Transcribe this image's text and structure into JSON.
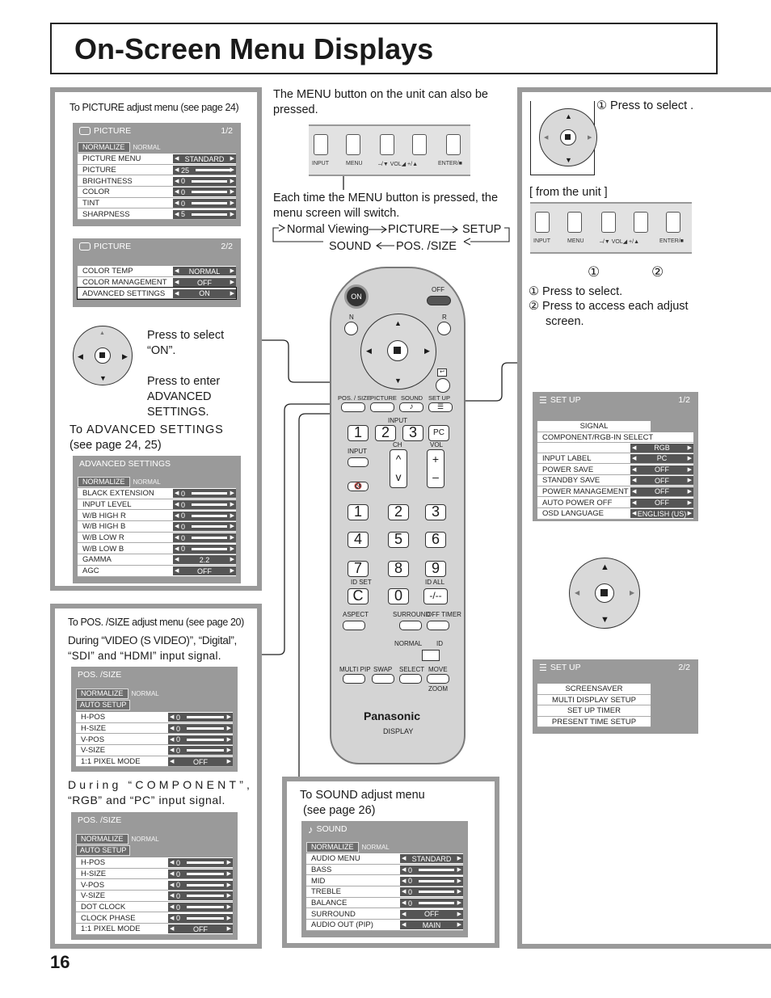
{
  "page": {
    "title": "On-Screen Menu Displays",
    "page_number": "16"
  },
  "picture_section": {
    "heading": "To PICTURE adjust menu (see page 24)",
    "menu1": {
      "title": "PICTURE",
      "page": "1/2",
      "normalize": "NORMALIZE",
      "normal": "NORMAL",
      "rows": [
        {
          "label": "PICTURE MENU",
          "value": "STANDARD"
        },
        {
          "label": "PICTURE",
          "value": "25"
        },
        {
          "label": "BRIGHTNESS",
          "value": "0"
        },
        {
          "label": "COLOR",
          "value": "0"
        },
        {
          "label": "TINT",
          "value": "0"
        },
        {
          "label": "SHARPNESS",
          "value": "5"
        }
      ]
    },
    "menu2": {
      "title": "PICTURE",
      "page": "2/2",
      "rows": [
        {
          "label": "COLOR TEMP",
          "value": "NORMAL"
        },
        {
          "label": "COLOR MANAGEMENT",
          "value": "OFF"
        },
        {
          "label": "ADVANCED SETTINGS",
          "value": "ON"
        }
      ]
    },
    "press_select_on": "Press to select “ON”.",
    "press_enter": "Press to enter ADVANCED SETTINGS.",
    "to_advanced_1": "To ADVANCED SETTINGS",
    "to_advanced_2": "(see page 24, 25)",
    "advanced_menu": {
      "title": "ADVANCED SETTINGS",
      "normalize": "NORMALIZE",
      "normal": "NORMAL",
      "rows": [
        {
          "label": "BLACK EXTENSION",
          "value": "0"
        },
        {
          "label": "INPUT LEVEL",
          "value": "0"
        },
        {
          "label": "W/B HIGH R",
          "value": "0"
        },
        {
          "label": "W/B HIGH B",
          "value": "0"
        },
        {
          "label": "W/B LOW R",
          "value": "0"
        },
        {
          "label": "W/B LOW B",
          "value": "0"
        },
        {
          "label": "GAMMA",
          "value": "2.2"
        },
        {
          "label": "AGC",
          "value": "OFF"
        }
      ]
    }
  },
  "possize_section": {
    "heading": "To POS. /SIZE adjust menu (see page 20)",
    "video_note_1": "During “VIDEO (S VIDEO)”, “Digital”,",
    "video_note_2": "“SDI” and “HDMI” input signal.",
    "menu1": {
      "title": "POS. /SIZE",
      "normalize": "NORMALIZE",
      "normal": "NORMAL",
      "auto_setup": "AUTO SETUP",
      "rows": [
        {
          "label": "H-POS",
          "value": "0"
        },
        {
          "label": "H-SIZE",
          "value": "0"
        },
        {
          "label": "V-POS",
          "value": "0"
        },
        {
          "label": "V-SIZE",
          "value": "0"
        },
        {
          "label": "1:1 PIXEL MODE",
          "value": "OFF"
        }
      ]
    },
    "comp_note_1": "During “COMPONENT”,",
    "comp_note_2": "“RGB” and “PC” input signal.",
    "menu2": {
      "title": "POS. /SIZE",
      "normalize": "NORMALIZE",
      "normal": "NORMAL",
      "auto_setup": "AUTO SETUP",
      "rows": [
        {
          "label": "H-POS",
          "value": "0"
        },
        {
          "label": "H-SIZE",
          "value": "0"
        },
        {
          "label": "V-POS",
          "value": "0"
        },
        {
          "label": "V-SIZE",
          "value": "0"
        },
        {
          "label": "DOT CLOCK",
          "value": "0"
        },
        {
          "label": "CLOCK PHASE",
          "value": "0"
        },
        {
          "label": "1:1 PIXEL MODE",
          "value": "OFF"
        }
      ]
    }
  },
  "center_section": {
    "menu_note": "The MENU button on the unit can also be pressed.",
    "switch_note": "Each time the MENU button is pressed, the menu screen will switch.",
    "cycle": {
      "normal_viewing": "Normal Viewing",
      "picture": "PICTURE",
      "setup": "SETUP",
      "sound": "SOUND",
      "possize": "POS. /SIZE"
    },
    "unit_labels": [
      "INPUT",
      "MENU",
      "–/▼ VOL◢ +/▲",
      "ENTER/■"
    ]
  },
  "remote": {
    "on": "ON",
    "off": "OFF",
    "n": "N",
    "r": "R",
    "possize": "POS. / SIZE",
    "picture": "PICTURE",
    "sound": "SOUND",
    "setup": "SET UP",
    "input_label": "INPUT",
    "input": "INPUT",
    "ch": "CH",
    "vol": "VOL",
    "pc": "PC",
    "numbers": [
      "1",
      "2",
      "3",
      "4",
      "5",
      "6",
      "7",
      "8",
      "9"
    ],
    "c": "C",
    "zero": "0",
    "dash": "-/--",
    "id_set": "ID SET",
    "id_all": "ID ALL",
    "aspect": "ASPECT",
    "surround": "SURROUND",
    "off_timer": "OFF TIMER",
    "normal": "NORMAL",
    "id": "ID",
    "multi_pip": "MULTI PIP",
    "swap": "SWAP",
    "select": "SELECT",
    "move": "MOVE",
    "zoom": "ZOOM",
    "brand": "Panasonic",
    "display": "DISPLAY"
  },
  "sound_section": {
    "heading_1": "To SOUND adjust menu",
    "heading_2": "(see page 26)",
    "menu": {
      "title": "SOUND",
      "normalize": "NORMALIZE",
      "normal": "NORMAL",
      "rows": [
        {
          "label": "AUDIO MENU",
          "value": "STANDARD"
        },
        {
          "label": "BASS",
          "value": "0"
        },
        {
          "label": "MID",
          "value": "0"
        },
        {
          "label": "TREBLE",
          "value": "0"
        },
        {
          "label": "BALANCE",
          "value": "0"
        },
        {
          "label": "SURROUND",
          "value": "OFF"
        },
        {
          "label": "AUDIO OUT (PIP)",
          "value": "MAIN"
        }
      ]
    }
  },
  "setup_section": {
    "press_select_top": "① Press to select .",
    "from_unit": "[ from the unit ]",
    "marker1": "①",
    "marker2": "②",
    "note1": "① Press to select.",
    "note2": "② Press to access each adjust screen.",
    "menu1": {
      "title": "SET UP",
      "page": "1/2",
      "signal": "SIGNAL",
      "comp_rgb": "COMPONENT/RGB-IN SELECT",
      "comp_val": "RGB",
      "rows": [
        {
          "label": "INPUT LABEL",
          "value": "PC"
        },
        {
          "label": "POWER SAVE",
          "value": "OFF"
        },
        {
          "label": "STANDBY SAVE",
          "value": "OFF"
        },
        {
          "label": "POWER MANAGEMENT",
          "value": "OFF"
        },
        {
          "label": "AUTO POWER OFF",
          "value": "OFF"
        },
        {
          "label": "OSD LANGUAGE",
          "value": "ENGLISH (US)"
        }
      ]
    },
    "menu2": {
      "title": "SET UP",
      "page": "2/2",
      "rows": [
        "SCREENSAVER",
        "MULTI DISPLAY SETUP",
        "SET UP TIMER",
        "PRESENT TIME SETUP"
      ]
    }
  }
}
